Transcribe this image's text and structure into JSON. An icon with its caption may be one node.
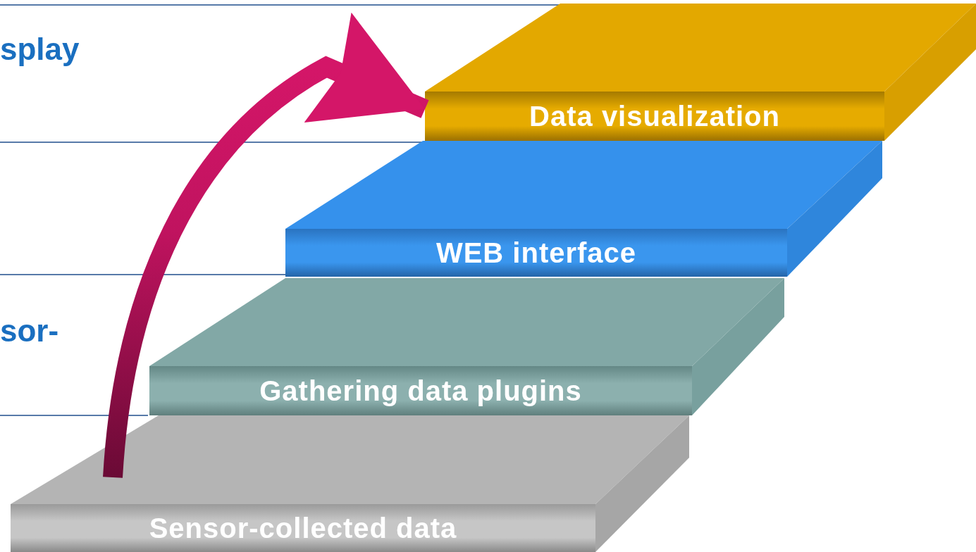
{
  "diagram": {
    "nodes": [
      {
        "text": [
          "Sensor-collected data"
        ]
      },
      {
        "text": [
          "Gathering data plugins"
        ]
      },
      {
        "text": [
          "WEB interface"
        ]
      },
      {
        "text": [
          "Data visualization"
        ]
      }
    ],
    "edges": [
      {
        "from": 0,
        "to": 3,
        "arrow": "to"
      }
    ],
    "labels": [
      "splay",
      "sor-"
    ]
  }
}
